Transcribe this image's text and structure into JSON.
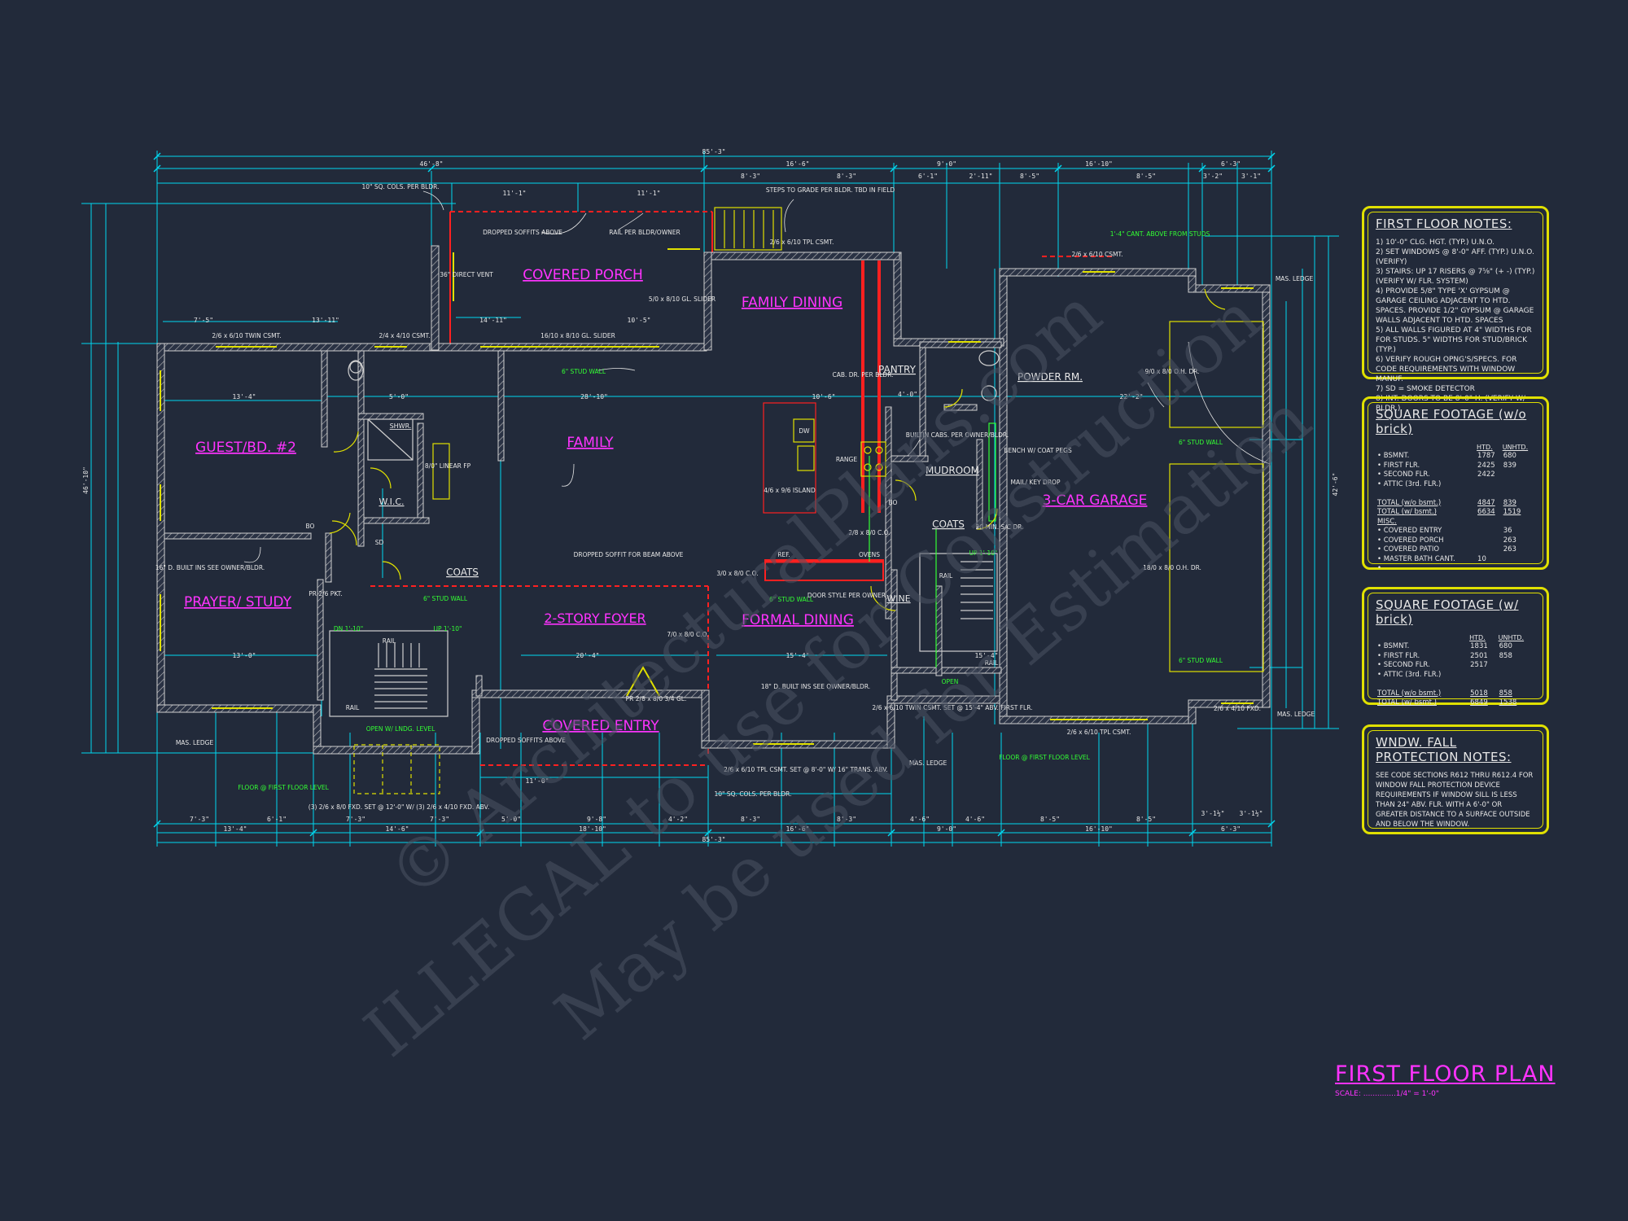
{
  "sheet": {
    "title": "FIRST FLOOR PLAN",
    "scale": "SCALE: ..............1/4\" = 1'-0\"",
    "watermark_lines": [
      "© ArchitecturalPlans.com",
      "ILLEGAL to use for Construction",
      "May be used for Estimation"
    ],
    "colors": {
      "background": "#222a3a",
      "walls": "#d0d0d0",
      "dimensions": "#00e5ff",
      "room_labels": "#ff33ff",
      "notes_green": "#33ff33",
      "panels": "#e0e000",
      "structure_red": "#ff2020"
    }
  },
  "rooms": {
    "covered_porch": "COVERED PORCH",
    "family_dining": "FAMILY DINING",
    "guest": "GUEST/BD. #2",
    "family": "FAMILY",
    "pantry": "PANTRY",
    "powder": "POWDER RM.",
    "mudroom": "MUDROOM",
    "garage": "3-CAR GARAGE",
    "prayer": "PRAYER/ STUDY",
    "foyer": "2-STORY FOYER",
    "formal_dining": "FORMAL DINING",
    "covered_entry": "COVERED ENTRY",
    "wic": "W.I.C.",
    "shwr": "SHWR.",
    "coats1": "COATS",
    "coats2": "COATS",
    "wine": "WINE"
  },
  "overall_dims": {
    "top_total": "85'-3\"",
    "bottom_total": "85'-3\"",
    "left_total": "46'-10\"",
    "right_total": "42'-6\"",
    "top_segments": [
      "46'-8\"",
      "16'-6\"",
      "9'-0\"",
      "16'-10\"",
      "6'-3\""
    ],
    "top_segments_2": [
      "11'-1\"",
      "11'-1\"",
      "8'-3\"",
      "8'-3\"",
      "6'-1\"",
      "2'-11\"",
      "8'-5\"",
      "8'-5\"",
      "3'-2\"",
      "3'-1\""
    ],
    "bottom_segments": [
      "13'-4\"",
      "14'-6\"",
      "18'-10\"",
      "16'-6\"",
      "9'-0\"",
      "16'-10\"",
      "6'-3\""
    ],
    "bottom_segments_2": [
      "7'-3\"",
      "6'-1\"",
      "7'-3\"",
      "7'-3\"",
      "5'-0\"",
      "9'-8\"",
      "4'-2\"",
      "8'-3\"",
      "8'-3\"",
      "4'-6\"",
      "4'-6\"",
      "8'-5\"",
      "8'-5\"",
      "3'-1½\"",
      "3'-1½\""
    ],
    "interior": [
      "13'-4\"",
      "13'-0\"",
      "5'-0\"",
      "28'-10\"",
      "10'-6\"",
      "22'-2\"",
      "20'-4\"",
      "15'-4\"",
      "13'-11\"",
      "7'-5\"",
      "14'-11\"",
      "10'-5\"",
      "4'-0\"",
      "11'-0\"",
      "15'-4\""
    ]
  },
  "annotations": {
    "cols_top": "10\" SQ. COLS. PER BLDR.",
    "dropped_soffits": "DROPPED SOFFITS ABOVE",
    "rail_porch": "RAIL PER BLDR/OWNER",
    "steps_grade": "STEPS TO GRADE PER BLDR. TBD IN FIELD",
    "tpl_csmt": "2/6 x 6/10 TPL CSMT.",
    "csmt_top": "2/6 x 6/10 CSMT.",
    "cant_above": "1'-4\" CANT. ABOVE FROM STUDS",
    "twin_csmt_guest": "2/6 x 6/10 TWIN CSMT.",
    "csmt_4_10": "2/4 x 4/10 CSMT.",
    "gl_slider": "16/10 x 8/10 GL. SLIDER",
    "gl_slider_2": "5/0 x 8/10 GL. SLIDER",
    "stud_wall_6": "6\" STUD WALL",
    "linear_fp": "8/0\" LINEAR FP",
    "direct_vent": "36\" DIRECT VENT",
    "dw": "DW",
    "island": "4/6 x 9/6 ISLAND",
    "range": "RANGE",
    "cab_dr": "CAB. DR. PER BLDR.",
    "builtin_cabs": "BUILTIN CABS. PER OWNER/BLDR.",
    "bench": "BENCH W/ COAT PEGS",
    "mail": "MAIL/ KEY DROP",
    "oh_dr_1": "9/0 x 8/0 O.H. DR.",
    "oh_dr_2": "18/0 x 8/0 O.H. DR.",
    "mas_ledge": "MAS. LEDGE",
    "builtins_guest": "16\" D. BUILT INS SEE OWNER/BLDR.",
    "pr_pkt": "PR 2/6 PKT.",
    "dropped_beam": "DROPPED SOFFIT FOR BEAM ABOVE",
    "ref": "REF.",
    "ovens": "OVENS",
    "co_1": "2/8 x 8/0 C.O.",
    "co_2": "3/0 x 8/0 C.O.",
    "co_3": "7/0 x 8/0 C.O.",
    "door_style": "DOOR STYLE PER OWNER",
    "builtins_dining": "18\" D. BUILT INS SEE OWNER/BLDR.",
    "dn_stair": "DN 1'-10\"",
    "up_stair": "UP 1'-10\"",
    "up_stair_2": "UP 1'-10\"",
    "rail": "RAIL",
    "rail_2": "RAIL",
    "rail_3": "RAIL",
    "rail_4": "RAIL",
    "open": "OPEN",
    "open_landing": "OPEN W/ LNDG. LEVEL",
    "floor_level": "FLOOR @ FIRST FLOOR LEVEL",
    "floor_level_2": "FLOOR @ FIRST FLOOR LEVEL",
    "fxd_window": "(3) 2/6 x 8/0 FXD. SET @ 12'-0\" W/ (3) 2/6 x 4/10 FXD. ABV.",
    "entry_cols": "10\" SQ. COLS. PER BLDR.",
    "entry_dropped": "DROPPED SOFFITS ABOVE",
    "pr_door": "PR 2/8 x 8/0 3/4 GL.",
    "tpl_dining": "2/6 x 6/10 TPL CSMT. SET @ 8'-0\" W/ 16\" TRANS. ABV.",
    "twin_csmt_mud": "2/6 x 6/10 TWIN CSMT. SET @ 15'-4\" ABV. FIRST FLR.",
    "garage_csmt": "2/6 x 6/10 TPL CSMT.",
    "fxd_garage": "2/6 x 4/10 FXD.",
    "door_20min": "20 MIN. S/C DR.",
    "bo": "BO",
    "sd": "SD"
  },
  "panels": {
    "notes": {
      "title": "FIRST FLOOR NOTES:",
      "items": [
        "1) 10'-0\" CLG. HGT. (TYP.) U.N.O.",
        "2) SET WINDOWS @ 8'-0\" AFF. (TYP.) U.N.O. (VERIFY)",
        "3) STAIRS: UP 17 RISERS @ 7⅝\" (+ -) (TYP.) (VERIFY W/ FLR. SYSTEM)",
        "4) PROVIDE 5/8\" TYPE 'X' GYPSUM @ GARAGE CEILING ADJACENT TO HTD. SPACES. PROVIDE 1/2\" GYPSUM @ GARAGE WALLS ADJACENT TO HTD. SPACES",
        "5) ALL WALLS FIGURED AT 4\" WIDTHS FOR FOR STUDS. 5\" WIDTHS FOR STUD/BRICK (TYP.)",
        "6) VERIFY ROUGH OPNG'S/SPECS. FOR CODE REQUIREMENTS WITH WINDOW MANUF.",
        "7) SD = SMOKE DETECTOR",
        "8) INT. DOORS TO BE 8'-0\" H. (VERIFY W/ BLDR.)"
      ]
    },
    "sqft_wo_brick": {
      "title": "SQUARE FOOTAGE (w/o brick)",
      "headers": [
        "",
        "HTD.",
        "UNHTD."
      ],
      "rows": [
        [
          "• BSMNT.",
          "1787",
          "680"
        ],
        [
          "• FIRST FLR.",
          "2425",
          "839"
        ],
        [
          "• SECOND FLR.",
          "2422",
          ""
        ],
        [
          "• ATTIC (3rd. FLR.)",
          "",
          ""
        ],
        [
          "",
          "",
          ""
        ],
        [
          "TOTAL (w/o bsmt.)",
          "4847",
          "839"
        ],
        [
          "TOTAL (w/ bsmt.)",
          "6634",
          "1519"
        ]
      ],
      "misc_title": "MISC.",
      "misc_rows": [
        [
          "• COVERED ENTRY",
          "",
          "36"
        ],
        [
          "• COVERED PORCH",
          "",
          "263"
        ],
        [
          "• COVERED PATIO",
          "",
          "263"
        ],
        [
          "• MASTER BATH CANT.",
          "10",
          ""
        ],
        [
          "•",
          "",
          ""
        ]
      ]
    },
    "sqft_w_brick": {
      "title": "SQUARE FOOTAGE (w/ brick)",
      "headers": [
        "",
        "HTD.",
        "UNHTD."
      ],
      "rows": [
        [
          "• BSMNT.",
          "1831",
          "680"
        ],
        [
          "• FIRST FLR.",
          "2501",
          "858"
        ],
        [
          "• SECOND FLR.",
          "2517",
          ""
        ],
        [
          "• ATTIC (3rd. FLR.)",
          "",
          ""
        ],
        [
          "",
          "",
          ""
        ],
        [
          "TOTAL (w/o bsmt.)",
          "5018",
          "858"
        ],
        [
          "TOTAL (w/ bsmt.)",
          "6849",
          "1538"
        ]
      ]
    },
    "window_fall": {
      "title": "WNDW. FALL PROTECTION NOTES:",
      "text": "SEE CODE SECTIONS R612 THRU R612.4 FOR WINDOW FALL PROTECTION DEVICE REQUIREMENTS IF WINDOW SILL IS LESS THAN 24\" ABV. FLR. WITH A 6'-0\" OR GREATER DISTANCE TO A SURFACE OUTSIDE AND BELOW THE WINDOW."
    }
  }
}
